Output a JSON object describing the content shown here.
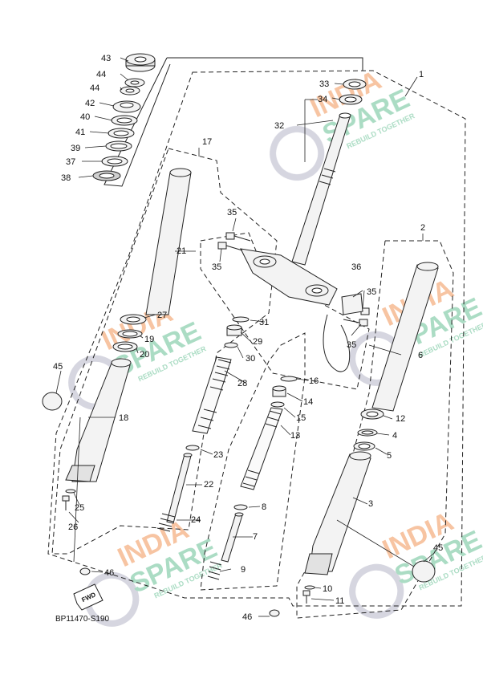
{
  "diagram_code": "BP11470-S190",
  "fwd_label": "FWD",
  "watermark": {
    "line1": "INDIA",
    "line2": "SPARE",
    "tagline": "REBUILD TOGETHER"
  },
  "colors": {
    "wm_orange": "#f4b183",
    "wm_green": "#8fd1b0",
    "wm_gray": "#c9c9d6",
    "line": "#222222",
    "part_fill": "#f3f3f3"
  },
  "callouts": [
    {
      "id": "c1",
      "label": "1"
    },
    {
      "id": "c2",
      "label": "2"
    },
    {
      "id": "c3",
      "label": "3"
    },
    {
      "id": "c4",
      "label": "4"
    },
    {
      "id": "c5",
      "label": "5"
    },
    {
      "id": "c6",
      "label": "6"
    },
    {
      "id": "c7",
      "label": "7"
    },
    {
      "id": "c8",
      "label": "8"
    },
    {
      "id": "c9",
      "label": "9"
    },
    {
      "id": "c10",
      "label": "10"
    },
    {
      "id": "c11",
      "label": "11"
    },
    {
      "id": "c12",
      "label": "12"
    },
    {
      "id": "c13",
      "label": "13"
    },
    {
      "id": "c14",
      "label": "14"
    },
    {
      "id": "c15",
      "label": "15"
    },
    {
      "id": "c16",
      "label": "16"
    },
    {
      "id": "c17",
      "label": "17"
    },
    {
      "id": "c18",
      "label": "18"
    },
    {
      "id": "c19",
      "label": "19"
    },
    {
      "id": "c20",
      "label": "20"
    },
    {
      "id": "c21",
      "label": "21"
    },
    {
      "id": "c22",
      "label": "22"
    },
    {
      "id": "c23",
      "label": "23"
    },
    {
      "id": "c24",
      "label": "24"
    },
    {
      "id": "c25",
      "label": "25"
    },
    {
      "id": "c26",
      "label": "26"
    },
    {
      "id": "c27",
      "label": "27"
    },
    {
      "id": "c28",
      "label": "28"
    },
    {
      "id": "c29",
      "label": "29"
    },
    {
      "id": "c30",
      "label": "30"
    },
    {
      "id": "c31",
      "label": "31"
    },
    {
      "id": "c32",
      "label": "32"
    },
    {
      "id": "c33",
      "label": "33"
    },
    {
      "id": "c34",
      "label": "34"
    },
    {
      "id": "c35a",
      "label": "35"
    },
    {
      "id": "c35b",
      "label": "35"
    },
    {
      "id": "c35c",
      "label": "35"
    },
    {
      "id": "c35d",
      "label": "35"
    },
    {
      "id": "c36",
      "label": "36"
    },
    {
      "id": "c37",
      "label": "37"
    },
    {
      "id": "c38",
      "label": "38"
    },
    {
      "id": "c39",
      "label": "39"
    },
    {
      "id": "c40",
      "label": "40"
    },
    {
      "id": "c41",
      "label": "41"
    },
    {
      "id": "c42",
      "label": "42"
    },
    {
      "id": "c43",
      "label": "43"
    },
    {
      "id": "c44a",
      "label": "44"
    },
    {
      "id": "c44b",
      "label": "44"
    },
    {
      "id": "c45a",
      "label": "45"
    },
    {
      "id": "c45b",
      "label": "45"
    },
    {
      "id": "c46a",
      "label": "46"
    },
    {
      "id": "c46b",
      "label": "46"
    }
  ]
}
